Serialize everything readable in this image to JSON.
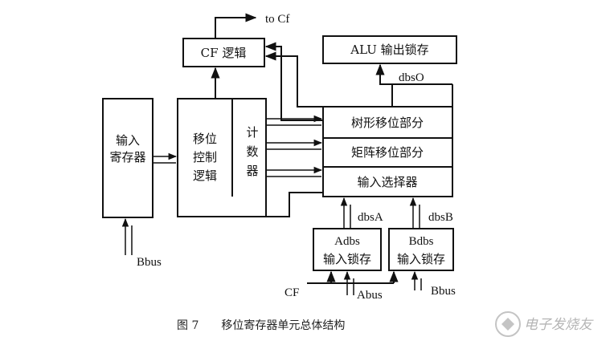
{
  "diagram": {
    "to_cf": "to Cf",
    "cf_logic": "CF 逻辑",
    "alu_latch": "ALU 输出锁存",
    "dbso": "dbsO",
    "input_register": [
      "输入",
      "寄存器"
    ],
    "shift_control": [
      "移位",
      "控制",
      "逻辑"
    ],
    "counter": [
      "计",
      "数",
      "器"
    ],
    "tree_shift": "树形移位部分",
    "matrix_shift": "矩阵移位部分",
    "input_selector": "输入选择器",
    "dbsa": "dbsA",
    "dbsb": "dbsB",
    "adbs_latch": [
      "Adbs",
      "输入锁存"
    ],
    "bdbs_latch": [
      "Bdbs",
      "输入锁存"
    ],
    "bbus_left": "Bbus",
    "cf": "CF",
    "abus": "Abus",
    "bbus_right": "Bbus"
  },
  "caption": "图 7　　移位寄存器单元总体结构",
  "watermark": "电子发烧友"
}
